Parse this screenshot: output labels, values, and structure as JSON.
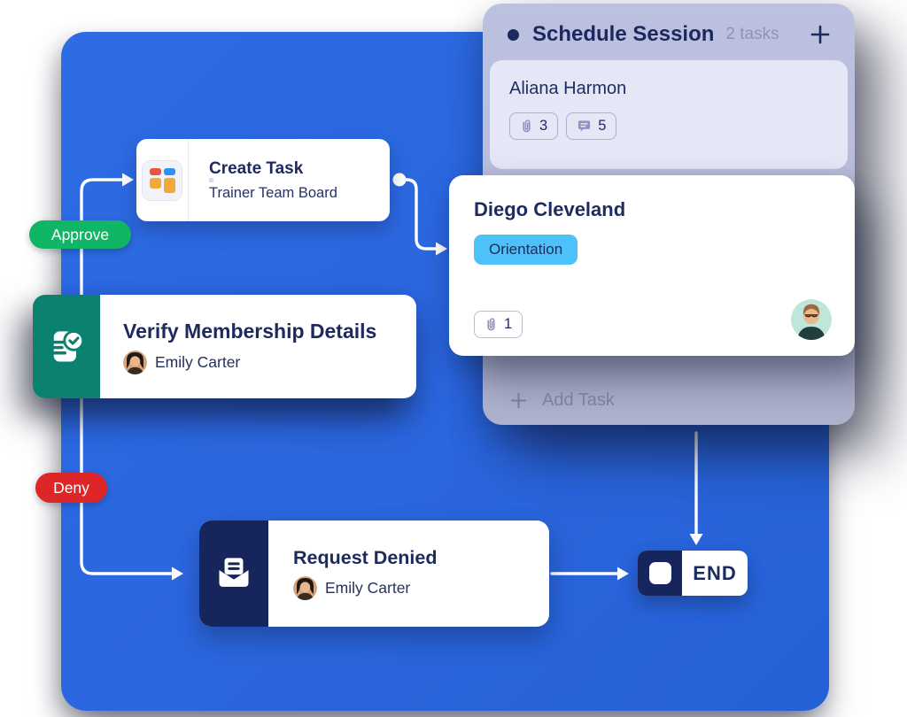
{
  "colors": {
    "canvas_blue": "#2a66de",
    "approve_green": "#10b565",
    "deny_red": "#dd2627",
    "verify_teal": "#0b8170",
    "navy": "#1c2a5e",
    "panel_lavender": "#b9bedc",
    "card_lavender": "#e5e7f6",
    "tag_blue": "#4cc2f8",
    "wire_white": "#ffffff"
  },
  "icons": {
    "create_task": "kanban-board-icon",
    "verify": "document-check-icon",
    "request_denied": "open-envelope-icon",
    "end": "stop-square-icon",
    "attachment": "paperclip-icon",
    "comments": "speech-bubble-icon",
    "add": "plus-icon",
    "column": "bullet-dot-icon"
  },
  "flow": {
    "create_task": {
      "title": "Create Task",
      "subtitle": "Trainer Team Board"
    },
    "approve": {
      "label": "Approve"
    },
    "verify": {
      "title": "Verify Membership Details",
      "assignee": "Emily Carter"
    },
    "deny": {
      "label": "Deny"
    },
    "request_denied": {
      "title": "Request Denied",
      "assignee": "Emily Carter"
    },
    "end": {
      "label": "END"
    }
  },
  "board": {
    "title": "Schedule Session",
    "count": "2 tasks",
    "add_task": "Add Task",
    "cards": [
      {
        "name": "Aliana Harmon",
        "attachments": "3",
        "comments": "5"
      },
      {
        "name": "Diego Cleveland",
        "tag": "Orientation",
        "attachments": "1"
      }
    ]
  }
}
